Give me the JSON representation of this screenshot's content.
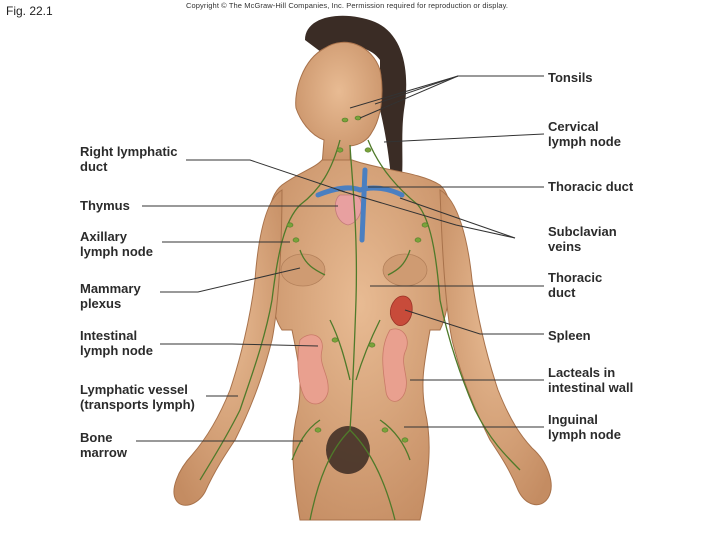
{
  "figure_label": "Fig. 22.1",
  "copyright": "Copyright © The McGraw-Hill Companies, Inc. Permission required for reproduction or display.",
  "labels_left": [
    {
      "id": "right-lymphatic-duct",
      "lines": [
        "Right lymphatic",
        "duct"
      ]
    },
    {
      "id": "thymus",
      "lines": [
        "Thymus"
      ]
    },
    {
      "id": "axillary-lymph-node",
      "lines": [
        "Axillary",
        "lymph node"
      ]
    },
    {
      "id": "mammary-plexus",
      "lines": [
        "Mammary",
        "plexus"
      ]
    },
    {
      "id": "intestinal-lymph-node",
      "lines": [
        "Intestinal",
        "lymph node"
      ]
    },
    {
      "id": "lymphatic-vessel",
      "lines": [
        "Lymphatic vessel",
        "(transports lymph)"
      ]
    },
    {
      "id": "bone-marrow",
      "lines": [
        "Bone",
        "marrow"
      ]
    }
  ],
  "labels_right": [
    {
      "id": "tonsils",
      "lines": [
        "Tonsils"
      ]
    },
    {
      "id": "cervical-lymph-node",
      "lines": [
        "Cervical",
        "lymph node"
      ]
    },
    {
      "id": "thoracic-duct-upper",
      "lines": [
        "Thoracic duct"
      ]
    },
    {
      "id": "subclavian-veins",
      "lines": [
        "Subclavian",
        "veins"
      ]
    },
    {
      "id": "thoracic-duct-lower",
      "lines": [
        "Thoracic",
        "duct"
      ]
    },
    {
      "id": "spleen",
      "lines": [
        "Spleen"
      ]
    },
    {
      "id": "lacteals",
      "lines": [
        "Lacteals in",
        "intestinal wall"
      ]
    },
    {
      "id": "inguinal-lymph-node",
      "lines": [
        "Inguinal",
        "lymph node"
      ]
    }
  ],
  "colors": {
    "skin": "#d9a77c",
    "skin_shadow": "#b97f57",
    "hair": "#3a2c25",
    "lymph": "#4f7a2a",
    "lymph_node": "#7aa33a",
    "vein": "#4a7fc1",
    "thymus": "#e8a0a0",
    "spleen": "#c84b3a",
    "intestine": "#e9a08f"
  }
}
